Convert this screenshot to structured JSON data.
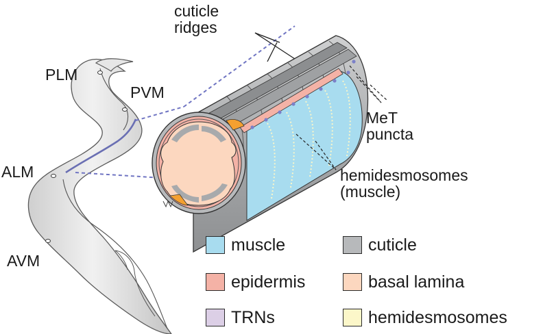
{
  "labels": {
    "plm": "PLM",
    "pvm": "PVM",
    "alm": "ALM",
    "avm": "AVM",
    "cuticle_ridges": "cuticle\nridges",
    "met_puncta": "MeT\npuncta",
    "hemidesmosomes_muscle": "hemidesmosomes\n(muscle)"
  },
  "legend": [
    {
      "label": "muscle",
      "color": "#a8dcef"
    },
    {
      "label": "cuticle",
      "color": "#b7b9bb"
    },
    {
      "label": "epidermis",
      "color": "#f4b2a6"
    },
    {
      "label": "basal lamina",
      "color": "#fcd7bf"
    },
    {
      "label": "TRNs",
      "color": "#dccfe6"
    },
    {
      "label": "hemidesmosomes",
      "color": "#fcf7c9"
    }
  ],
  "colors": {
    "muscle": "#a8dcef",
    "cuticle": "#b7b9bb",
    "epidermis": "#f4b2a6",
    "basal_lamina": "#fcd7bf",
    "trn_process": "#6a6fb3",
    "met_dots": "#7b80c8",
    "dashed_guides": "#6f74c2",
    "attachment_orange": "#f4a030"
  }
}
